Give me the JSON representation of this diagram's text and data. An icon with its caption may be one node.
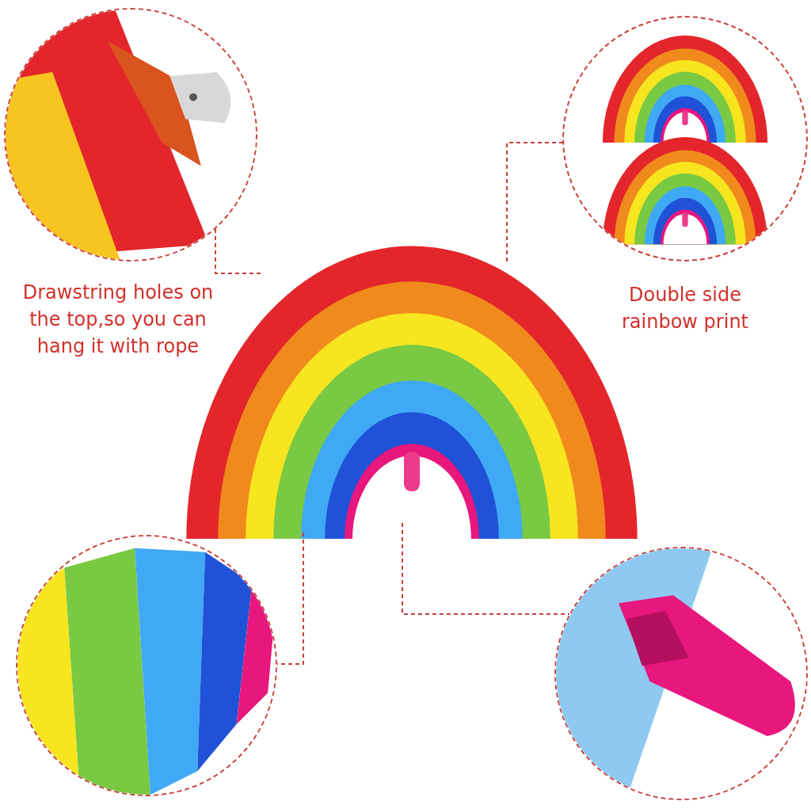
{
  "diagram": {
    "nodes": [
      {
        "text": [],
        "shape": "picture"
      },
      {
        "text": [],
        "shape": "picture"
      },
      {
        "text": [],
        "shape": "picture"
      },
      {
        "text": [],
        "shape": "picture"
      },
      {
        "text": [],
        "shape": "picture"
      }
    ],
    "edges": [
      {
        "from": 0,
        "to": 2,
        "arrow": "none",
        "style": "dashed"
      },
      {
        "from": 1,
        "to": 2,
        "arrow": "none",
        "style": "dashed"
      },
      {
        "from": 2,
        "to": 3,
        "arrow": "none",
        "style": "dashed"
      },
      {
        "from": 2,
        "to": 4,
        "arrow": "none",
        "style": "dashed"
      }
    ],
    "labels": [
      "Drawstring holes on the top,so you can hang it with rope",
      "Double side rainbow print"
    ]
  }
}
